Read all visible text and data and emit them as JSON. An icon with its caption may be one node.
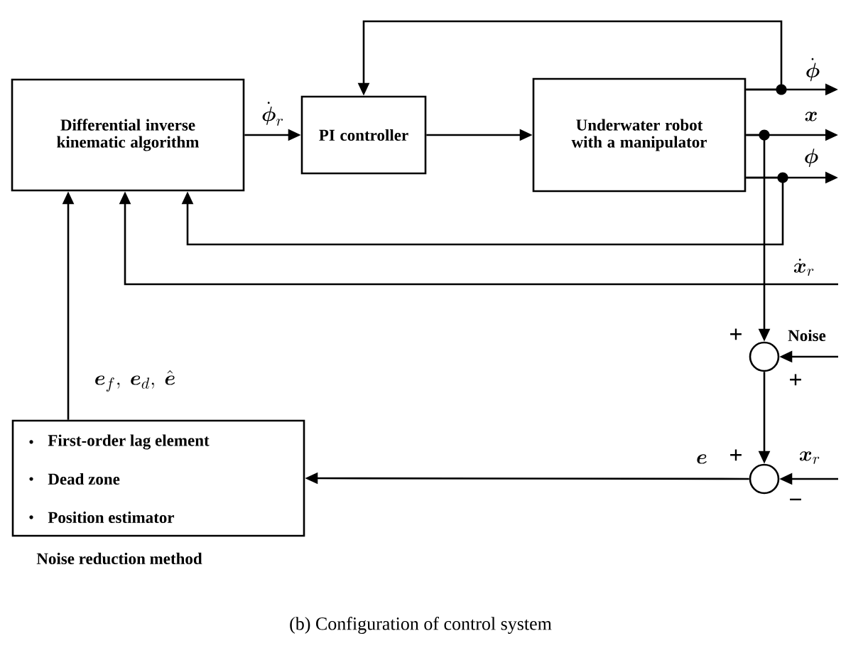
{
  "diagram": {
    "caption": "(b) Configuration of control system",
    "nodes": [
      {
        "text": [
          "Differential inverse kinematic algorithm"
        ]
      },
      {
        "text": [
          "PI controller"
        ]
      },
      {
        "text": [
          "Underwater robot with a manipulator"
        ]
      },
      {
        "text": [
          "First-order lag element",
          "Dead zone",
          "Position estimator",
          "Noise reduction method"
        ]
      },
      {
        "text": [],
        "shape": "circle"
      },
      {
        "text": [],
        "shape": "circle"
      }
    ],
    "edges": [
      {
        "from": 0,
        "to": 1,
        "arrow": "to",
        "label": "\\dot{\\boldsymbol{\\phi}}_r"
      },
      {
        "from": 1,
        "to": 2,
        "arrow": "to"
      },
      {
        "from": 2,
        "to": null,
        "arrow": "to",
        "label": "\\dot{\\boldsymbol{\\phi}}"
      },
      {
        "from": 2,
        "to": null,
        "arrow": "to",
        "label": "\\boldsymbol{x}"
      },
      {
        "from": 2,
        "to": null,
        "arrow": "to",
        "label": "\\boldsymbol{\\phi}"
      },
      {
        "from": 2,
        "to": 1,
        "arrow": "to"
      },
      {
        "from": 2,
        "to": 0,
        "arrow": "to"
      },
      {
        "from": null,
        "to": 0,
        "arrow": "to",
        "label": "\\dot{\\boldsymbol{x}}_r"
      },
      {
        "from": 2,
        "to": 4,
        "arrow": "to"
      },
      {
        "from": null,
        "to": 4,
        "arrow": "to",
        "label": "Noise"
      },
      {
        "from": 4,
        "to": 5,
        "arrow": "to"
      },
      {
        "from": null,
        "to": 5,
        "arrow": "to",
        "label": "\\boldsymbol{x}_r"
      },
      {
        "from": 5,
        "to": 3,
        "arrow": "to",
        "label": "\\boldsymbol{e}"
      },
      {
        "from": 3,
        "to": 0,
        "arrow": "to",
        "label": "\\boldsymbol{e}_f,\\ \\boldsymbol{e}_d,\\ \\hat{\\boldsymbol{e}}"
      }
    ],
    "labels": [
      "+",
      "+",
      "+",
      "−"
    ]
  }
}
